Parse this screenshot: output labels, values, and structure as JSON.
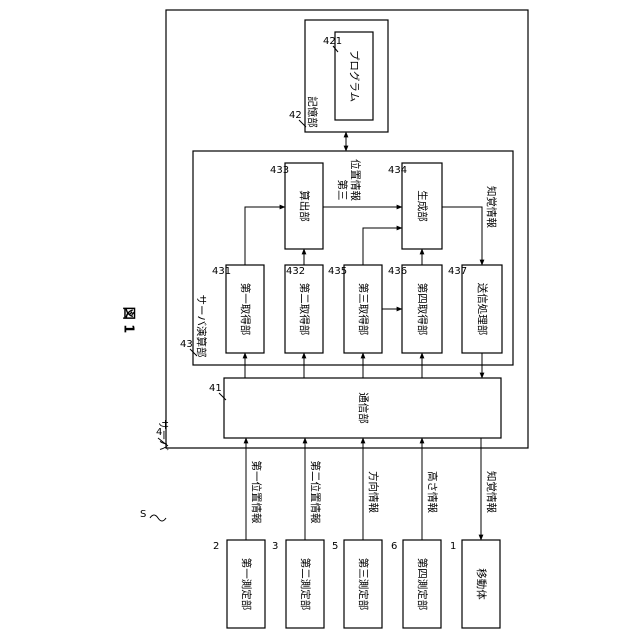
{
  "figure_title": "図 1",
  "system_ref": "S",
  "server": {
    "ref": "4",
    "label": "サーバ"
  },
  "communication": {
    "ref": "41",
    "label": "通信部"
  },
  "storage": {
    "ref": "42",
    "label": "記憶部"
  },
  "program": {
    "ref": "421",
    "label": "プログラム"
  },
  "computation": {
    "ref": "43",
    "label": "サーバ演算部"
  },
  "units": {
    "acq1": {
      "ref": "431",
      "label": "第一取得部"
    },
    "acq2": {
      "ref": "432",
      "label": "第二取得部"
    },
    "calc": {
      "ref": "433",
      "label": "算出部"
    },
    "gen": {
      "ref": "434",
      "label": "生成部"
    },
    "acq3": {
      "ref": "435",
      "label": "第三取得部"
    },
    "acq4": {
      "ref": "436",
      "label": "第四取得部"
    },
    "tx": {
      "ref": "437",
      "label": "送信処理部"
    }
  },
  "measurers": [
    {
      "ref": "2",
      "label": "第一測定部"
    },
    {
      "ref": "3",
      "label": "第二測定部"
    },
    {
      "ref": "5",
      "label": "第三測定部"
    },
    {
      "ref": "6",
      "label": "第四測定部"
    }
  ],
  "mobile": {
    "ref": "1",
    "label": "移動体"
  },
  "signals": {
    "pos1": "第一位置情報",
    "pos2": "第二位置情報",
    "direction": "方向情報",
    "height": "高さ情報",
    "perception_out": "知覚情報",
    "third_pos_line1": "第三",
    "third_pos_line2": "位置情報",
    "perception_in": "知覚情報"
  }
}
